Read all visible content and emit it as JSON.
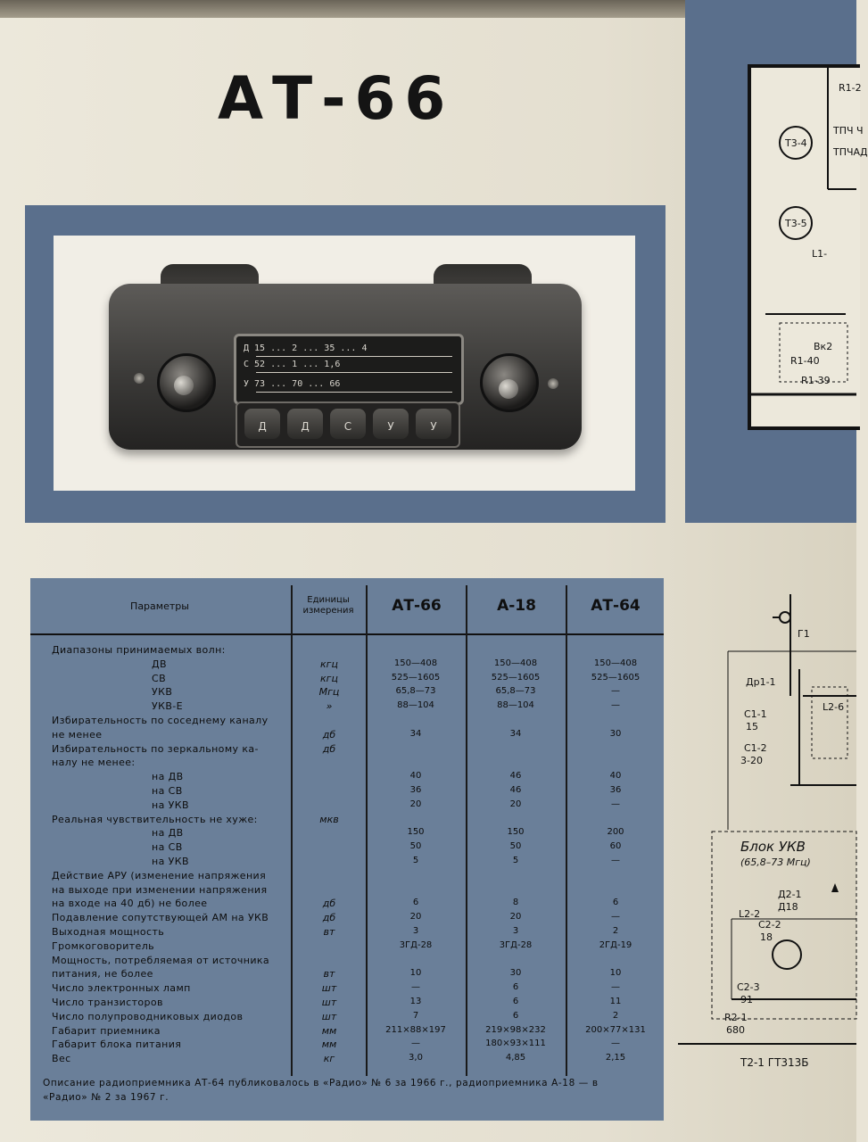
{
  "title": "АТ-66",
  "radio": {
    "dial_rows": [
      "Д 15 ... 2 ... 35 ... 4",
      "С 52 ... 1 ... 1,6",
      "У 73 ... 70 ... 66"
    ],
    "buttons": [
      "Д",
      "Д",
      "С",
      "У",
      "У"
    ]
  },
  "schematic_top": {
    "labels": [
      "R1-2",
      "ТПЧ Ч",
      "ТПЧАД",
      "T3-4",
      "T3-5",
      "L1-",
      "Вк2",
      "R1-40",
      "R1-39"
    ]
  },
  "schematic_bottom": {
    "labels": [
      "Г1",
      "Др1-1",
      "C1-1",
      "15",
      "C1-2",
      "3-20",
      "L2-6",
      "Блок УКВ",
      "(65,8–73 Мгц)",
      "Д2-1",
      "Д18",
      "L2-2",
      "C2-2",
      "18",
      "C2-3",
      "91",
      "R2-1",
      "680",
      "T2-1 ГТ313Б"
    ]
  },
  "table": {
    "headers": {
      "params": "Параметры",
      "units": "Единицы измерения",
      "col1": "АТ-66",
      "col2": "А-18",
      "col3": "АТ-64"
    },
    "rows": [
      {
        "label": "Диапазоны принимаемых волн:",
        "unit": "",
        "v": [
          "",
          "",
          ""
        ]
      },
      {
        "label": "ДВ",
        "unit": "кгц",
        "v": [
          "150—408",
          "150—408",
          "150—408"
        ]
      },
      {
        "label": "СВ",
        "unit": "кгц",
        "v": [
          "525—1605",
          "525—1605",
          "525—1605"
        ]
      },
      {
        "label": "УКВ",
        "unit": "Мгц",
        "v": [
          "65,8—73",
          "65,8—73",
          "—"
        ]
      },
      {
        "label": "УКВ-Е",
        "unit": "»",
        "v": [
          "88—104",
          "88—104",
          "—"
        ]
      },
      {
        "label": "Избирательность по соседнему каналу",
        "unit": "",
        "v": [
          "",
          "",
          ""
        ]
      },
      {
        "label": "не менее",
        "unit": "дб",
        "v": [
          "34",
          "34",
          "30"
        ]
      },
      {
        "label": "Избирательность по зеркальному ка-",
        "unit": "дб",
        "v": [
          "",
          "",
          ""
        ]
      },
      {
        "label": "налу не менее:",
        "unit": "",
        "v": [
          "",
          "",
          ""
        ]
      },
      {
        "label": "на ДВ",
        "unit": "",
        "v": [
          "40",
          "46",
          "40"
        ]
      },
      {
        "label": "на СВ",
        "unit": "",
        "v": [
          "36",
          "46",
          "36"
        ]
      },
      {
        "label": "на УКВ",
        "unit": "",
        "v": [
          "20",
          "20",
          "—"
        ]
      },
      {
        "label": "Реальная чувствительность не хуже:",
        "unit": "мкв",
        "v": [
          "",
          "",
          ""
        ]
      },
      {
        "label": "на ДВ",
        "unit": "",
        "v": [
          "150",
          "150",
          "200"
        ]
      },
      {
        "label": "на СВ",
        "unit": "",
        "v": [
          "50",
          "50",
          "60"
        ]
      },
      {
        "label": "на УКВ",
        "unit": "",
        "v": [
          "5",
          "5",
          "—"
        ]
      },
      {
        "label": "Действие АРУ (изменение напряжения",
        "unit": "",
        "v": [
          "",
          "",
          ""
        ]
      },
      {
        "label": "на выходе при изменении напряжения",
        "unit": "",
        "v": [
          "",
          "",
          ""
        ]
      },
      {
        "label": "на входе на 40 дб) не более",
        "unit": "дб",
        "v": [
          "6",
          "8",
          "6"
        ]
      },
      {
        "label": "Подавление сопутствующей АМ на УКВ",
        "unit": "дб",
        "v": [
          "20",
          "20",
          "—"
        ]
      },
      {
        "label": "Выходная мощность",
        "unit": "вт",
        "v": [
          "3",
          "3",
          "2"
        ]
      },
      {
        "label": "Громкоговоритель",
        "unit": "",
        "v": [
          "3ГД-28",
          "3ГД-28",
          "2ГД-19"
        ]
      },
      {
        "label": "Мощность, потребляемая от источника",
        "unit": "",
        "v": [
          "",
          "",
          ""
        ]
      },
      {
        "label": "питания, не более",
        "unit": "вт",
        "v": [
          "10",
          "30",
          "10"
        ]
      },
      {
        "label": "Число электронных ламп",
        "unit": "шт",
        "v": [
          "—",
          "6",
          "—"
        ]
      },
      {
        "label": "Число транзисторов",
        "unit": "шт",
        "v": [
          "13",
          "6",
          "11"
        ]
      },
      {
        "label": "Число полупроводниковых диодов",
        "unit": "шт",
        "v": [
          "7",
          "6",
          "2"
        ]
      },
      {
        "label": "Габарит приемника",
        "unit": "мм",
        "v": [
          "211×88×197",
          "219×98×232",
          "200×77×131"
        ]
      },
      {
        "label": "Габарит блока питания",
        "unit": "мм",
        "v": [
          "—",
          "180×93×111",
          "—"
        ]
      },
      {
        "label": "Вес",
        "unit": "кг",
        "v": [
          "3,0",
          "4,85",
          "2,15"
        ]
      }
    ],
    "footnote_lines": [
      "Описание радиоприемника АТ-64 публиковалось в «Радио» № 6 за 1966 г., радиоприемника А-18 — в",
      "«Радио» № 2 за 1967 г."
    ]
  },
  "colors": {
    "panel_blue": "#5a6f8c",
    "table_blue": "#6a7f99",
    "paper": "#ece8db",
    "ink": "#111111"
  }
}
